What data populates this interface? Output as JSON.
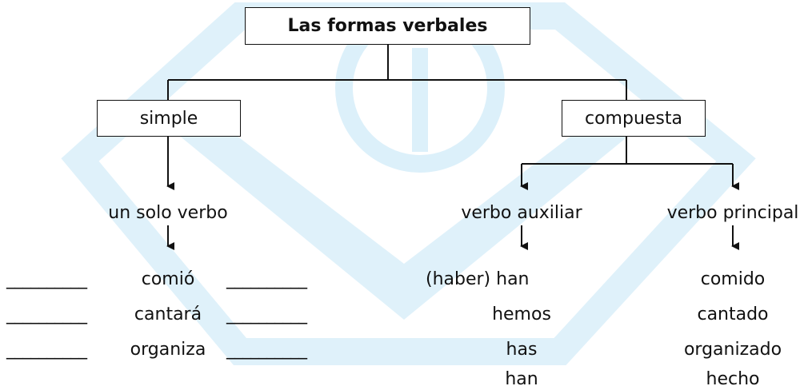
{
  "diagram": {
    "title": "Las formas verbales",
    "branches": {
      "simple": {
        "label": "simple",
        "child": "un solo verbo",
        "examples": [
          "comió",
          "cantará",
          "organiza"
        ],
        "blank": "__________"
      },
      "compuesta": {
        "label": "compuesta",
        "auxiliar": {
          "label": "verbo auxiliar",
          "examples": [
            "(haber) han",
            "hemos",
            "has",
            "han"
          ]
        },
        "principal": {
          "label": "verbo principal",
          "examples": [
            "comido",
            "cantado",
            "organizado",
            "hecho"
          ]
        }
      }
    }
  },
  "colors": {
    "watermark": "#dcf0fa",
    "line": "#111111"
  }
}
